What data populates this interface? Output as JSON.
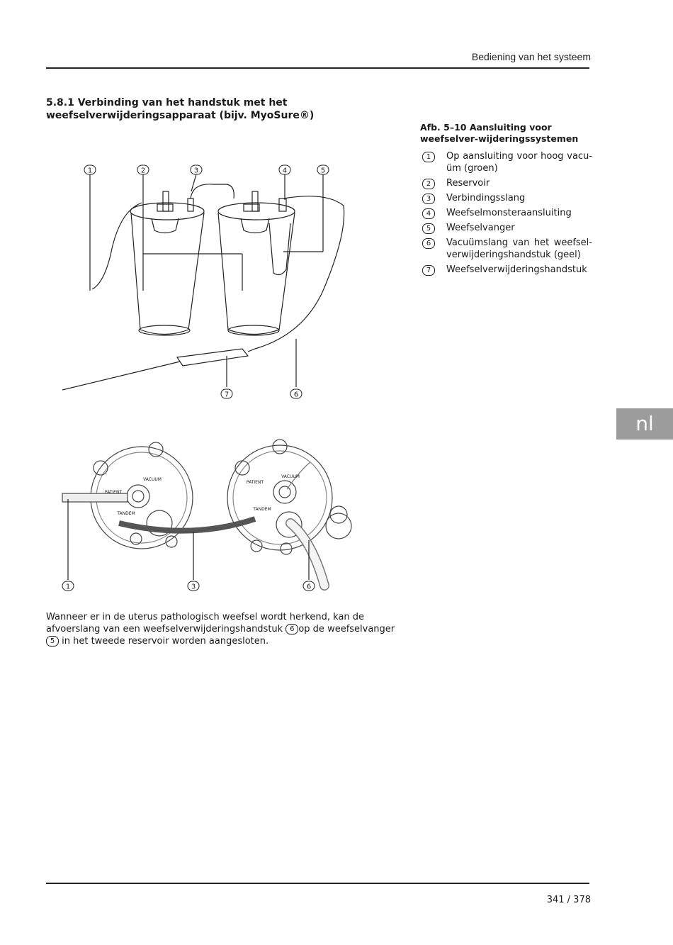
{
  "header": {
    "title": "Bediening van het systeem"
  },
  "section": {
    "title": "5.8.1 Verbinding van het handstuk met het weefselverwijderingsapparaat (bijv. MyoSure®)"
  },
  "figure": {
    "caption": "Afb. 5–10  Aansluiting voor weefselver-wijderingssystemen",
    "callouts_top": [
      "1",
      "2",
      "3",
      "4",
      "5",
      "6",
      "7"
    ],
    "callouts_bottom": [
      "1",
      "3",
      "6"
    ],
    "labels": {
      "vacuum": "VACUUM",
      "patient": "PATIENT",
      "tandem": "TANDEM"
    }
  },
  "legend": [
    {
      "num": "1",
      "text": "Op aansluiting voor hoog vacu-üm (groen)"
    },
    {
      "num": "2",
      "text": "Reservoir"
    },
    {
      "num": "3",
      "text": "Verbindingsslang"
    },
    {
      "num": "4",
      "text": "Weefselmonsteraansluiting"
    },
    {
      "num": "5",
      "text": "Weefselvanger"
    },
    {
      "num": "6",
      "text": "Vacuümslang van het weefsel-verwijderingshandstuk (geel)"
    },
    {
      "num": "7",
      "text": "Weefselverwijderingshandstuk"
    }
  ],
  "body": {
    "part1": "Wanneer er in de uterus pathologisch weefsel wordt herkend, kan de afvoerslang van een weefselverwijderingshandstuk",
    "ref1": "6",
    "part2": "op de weefselvanger",
    "ref2": "5",
    "part3": " in het tweede reservoir worden aangesloten."
  },
  "side_tab": {
    "label": "nl"
  },
  "footer": {
    "page": "341 / 378"
  }
}
